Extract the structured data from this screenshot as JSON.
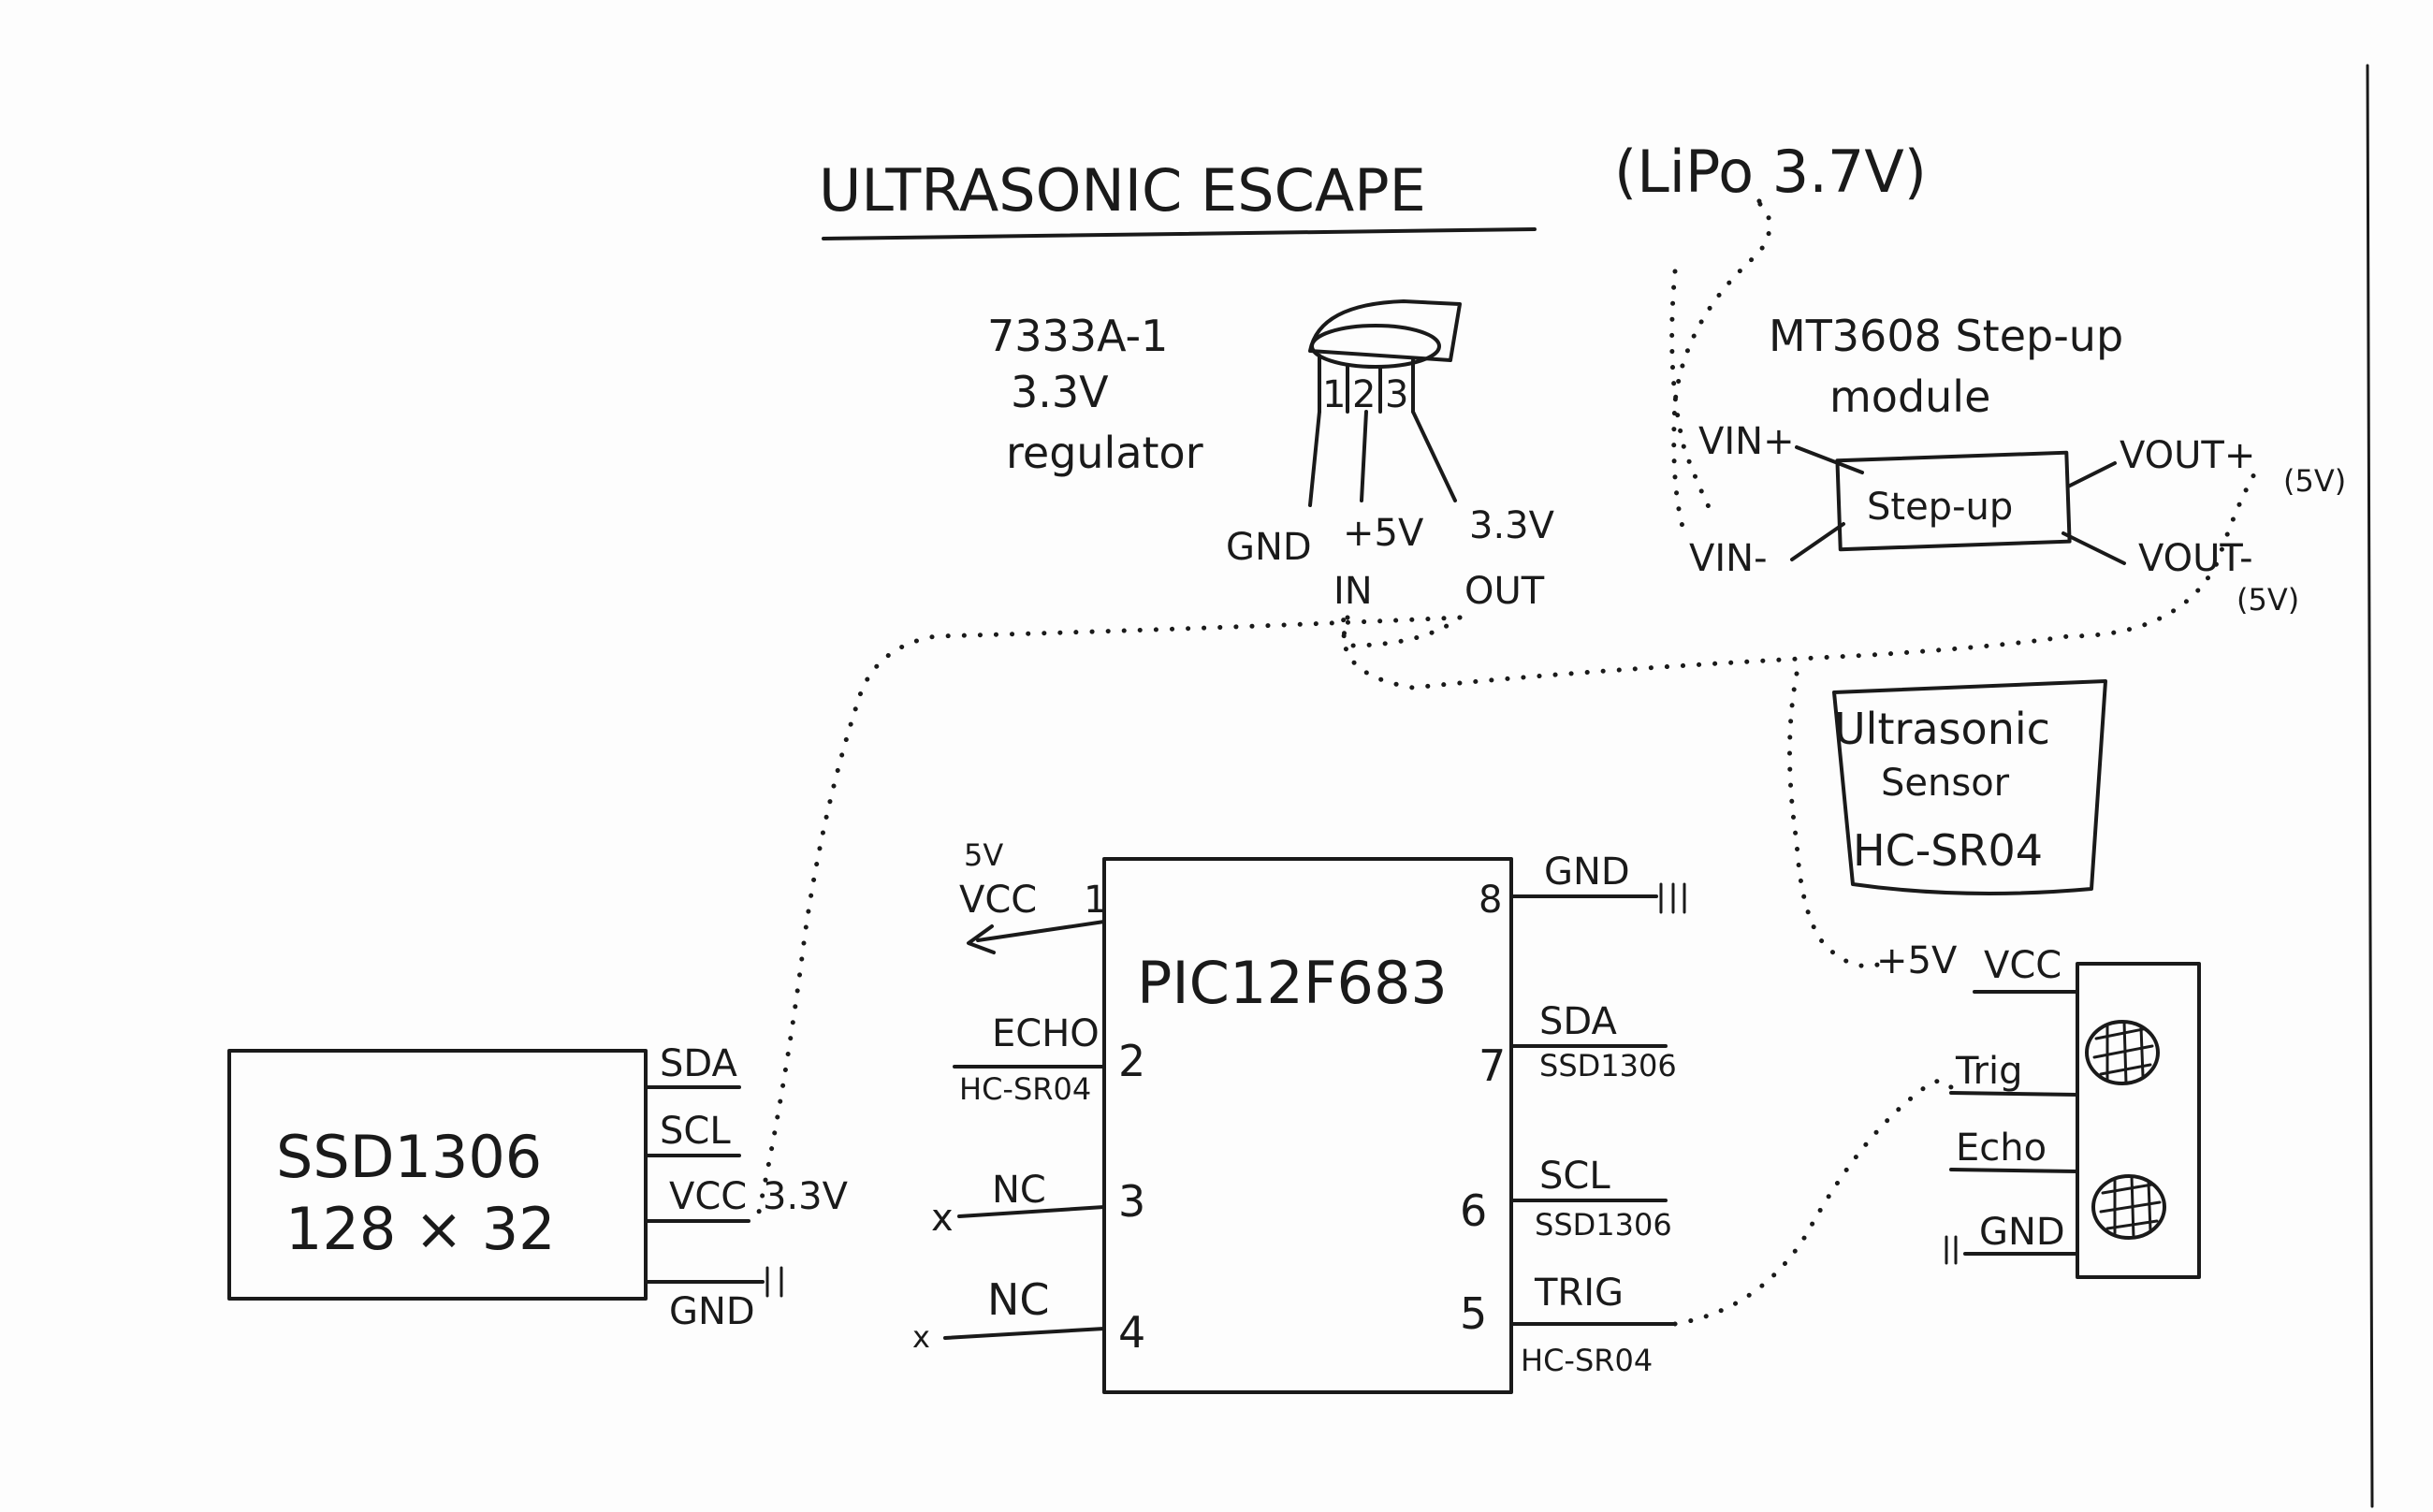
{
  "title": "ULTRASONIC ESCAPE",
  "battery_note": "(LiPo 3.7V)",
  "regulator": {
    "part": "7333A-1",
    "voltage": "3.3V",
    "name": "regulator",
    "pin_numbers": [
      "1",
      "2",
      "3"
    ],
    "pin_gnd": "GND",
    "pin_in_top": "+5V",
    "pin_in_bottom": "IN",
    "pin_out_top": "3.3V",
    "pin_out_bottom": "OUT"
  },
  "stepup": {
    "title_line1": "MT3608 Step-up",
    "title_line2": "module",
    "box_label": "Step-up",
    "vin_plus": "VIN+",
    "vin_minus": "VIN-",
    "vout_plus": "VOUT+",
    "vout_plus_note": "(5V)",
    "vout_minus": "VOUT-",
    "vout_minus_note": "(5V)"
  },
  "sensor": {
    "line1": "Ultrasonic",
    "line2": "Sensor",
    "line3": "HC-SR04",
    "supply": "+5V",
    "pin_vcc": "VCC",
    "pin_trig": "Trig",
    "pin_echo": "Echo",
    "pin_gnd": "GND"
  },
  "mcu": {
    "name": "PIC12F683",
    "pin1_num": "1",
    "pin1_top": "5V",
    "pin1_bottom": "VCC",
    "pin2_num": "2",
    "pin2_top": "ECHO",
    "pin2_bottom": "HC-SR04",
    "pin3_num": "3",
    "pin3_label": "NC",
    "pin4_num": "4",
    "pin4_label": "NC",
    "pin8_num": "8",
    "pin8_label": "GND",
    "pin7_num": "7",
    "pin7_top": "SDA",
    "pin7_bottom": "SSD1306",
    "pin6_num": "6",
    "pin6_top": "SCL",
    "pin6_bottom": "SSD1306",
    "pin5_num": "5",
    "pin5_top": "TRIG",
    "pin5_bottom": "HC-SR04",
    "nc_mark": "x"
  },
  "display": {
    "line1": "SSD1306",
    "line2": "128 × 32",
    "pin_sda": "SDA",
    "pin_scl": "SCL",
    "pin_vcc": "VCC",
    "vcc_note": "3.3V",
    "pin_gnd": "GND"
  },
  "colors": {
    "ink": "#1a1a1a",
    "paper": "#fdfdfd"
  }
}
